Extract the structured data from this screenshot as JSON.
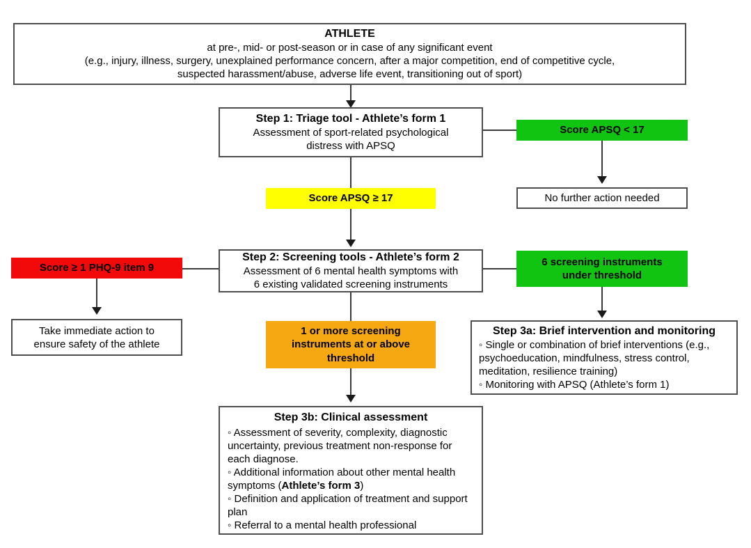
{
  "diagram": {
    "title": "Athlete mental health screening pathway flowchart",
    "colors": {
      "green": "#11c411",
      "yellow": "#ffff00",
      "red": "#f20a0a",
      "orange": "#f5a812",
      "box_border": "#4d4d4d",
      "line": "#3a3a3a",
      "text": "#000000"
    }
  },
  "athlete_box": {
    "heading": "ATHLETE",
    "line1": "at pre-, mid- or post-season or in case of any significant event",
    "line2": "(e.g., injury, illness, surgery, unexplained performance concern, after a major competition, end of competitive cycle,",
    "line3": "suspected harassment/abuse, adverse life event, transitioning out of sport)"
  },
  "step1": {
    "heading": "Step 1: Triage tool - Athlete’s form 1",
    "line1": "Assessment of sport-related psychological",
    "line2": "distress with APSQ"
  },
  "score_low": {
    "label": "Score APSQ < 17"
  },
  "no_action": {
    "label": "No further action needed"
  },
  "score_high": {
    "label": "Score APSQ ≥ 17"
  },
  "step2": {
    "heading": "Step 2: Screening tools - Athlete’s form 2",
    "line1": "Assessment of 6 mental health symptoms with",
    "line2": "6 existing validated screening instruments"
  },
  "phq9": {
    "label": "Score ≥ 1 PHQ-9 item 9"
  },
  "immediate_action": {
    "line1": "Take immediate action to",
    "line2": "ensure safety of the athlete"
  },
  "under_threshold": {
    "line1": "6 screening instruments",
    "line2": "under threshold"
  },
  "above_threshold": {
    "line1": "1 or more screening",
    "line2": "instruments at or above",
    "line3": "threshold"
  },
  "step3a": {
    "heading": "Step 3a: Brief intervention and monitoring",
    "bullets": [
      "◦ Single or combination of brief interventions (e.g., psychoeducation, mindfulness, stress control, meditation, resilience training)",
      "◦ Monitoring with APSQ (Athlete’s form 1)"
    ]
  },
  "step3b": {
    "heading": "Step 3b: Clinical assessment",
    "bullet1": "◦ Assessment of severity, complexity, diagnostic uncertainty, previous treatment non-response for each diagnose.",
    "bullet2_pre": "◦ Additional information about other mental health symptoms (",
    "bullet2_bold": "Athlete’s form 3",
    "bullet2_post": ")",
    "bullet3": "◦ Definition and application of treatment and support plan",
    "bullet4": "◦ Referral to a mental health professional"
  }
}
